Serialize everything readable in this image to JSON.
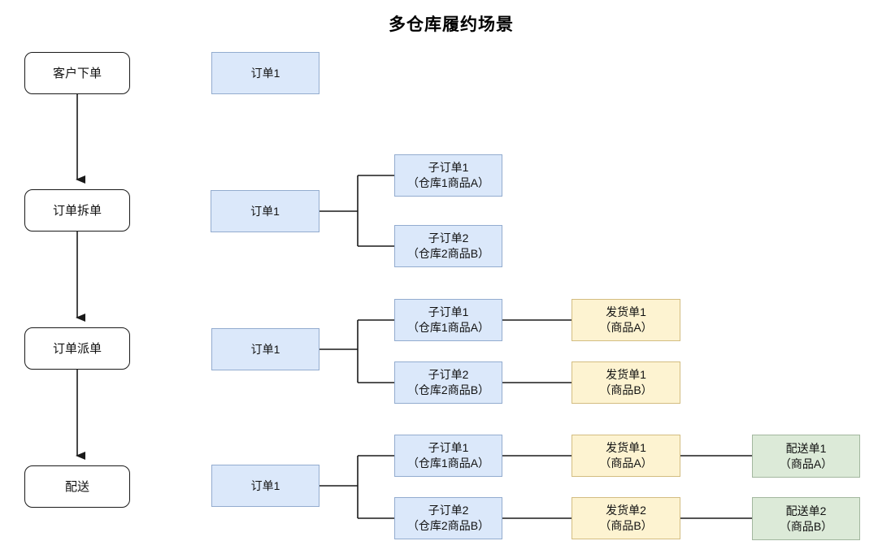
{
  "title": "多仓库履约场景",
  "colors": {
    "stage_fill": "#ffffff",
    "stage_border": "#1a1a1a",
    "line": "#1a1a1a",
    "blue_fill": "#dbe8fa",
    "blue_border": "#93accf",
    "yellow_fill": "#fdf3d1",
    "yellow_border": "#d3bd81",
    "green_fill": "#dcead8",
    "green_border": "#a3b79f"
  },
  "stages": [
    {
      "label": "客户下单"
    },
    {
      "label": "订单拆单"
    },
    {
      "label": "订单派单"
    },
    {
      "label": "配送"
    }
  ],
  "rows": [
    {
      "order": {
        "label": "订单1"
      }
    },
    {
      "order": {
        "label": "订单1"
      },
      "subs": [
        {
          "title": "子订单1",
          "subtitle": "（仓库1商品A）"
        },
        {
          "title": "子订单2",
          "subtitle": "（仓库2商品B）"
        }
      ]
    },
    {
      "order": {
        "label": "订单1"
      },
      "subs": [
        {
          "title": "子订单1",
          "subtitle": "（仓库1商品A）"
        },
        {
          "title": "子订单2",
          "subtitle": "（仓库2商品B）"
        }
      ],
      "shipments": [
        {
          "title": "发货单1",
          "subtitle": "（商品A）"
        },
        {
          "title": "发货单1",
          "subtitle": "（商品B）"
        }
      ]
    },
    {
      "order": {
        "label": "订单1"
      },
      "subs": [
        {
          "title": "子订单1",
          "subtitle": "（仓库1商品A）"
        },
        {
          "title": "子订单2",
          "subtitle": "（仓库2商品B）"
        }
      ],
      "shipments": [
        {
          "title": "发货单1",
          "subtitle": "（商品A）"
        },
        {
          "title": "发货单2",
          "subtitle": "（商品B）"
        }
      ],
      "deliveries": [
        {
          "title": "配送单1",
          "subtitle": "（商品A）"
        },
        {
          "title": "配送单2",
          "subtitle": "（商品B）"
        }
      ]
    }
  ]
}
